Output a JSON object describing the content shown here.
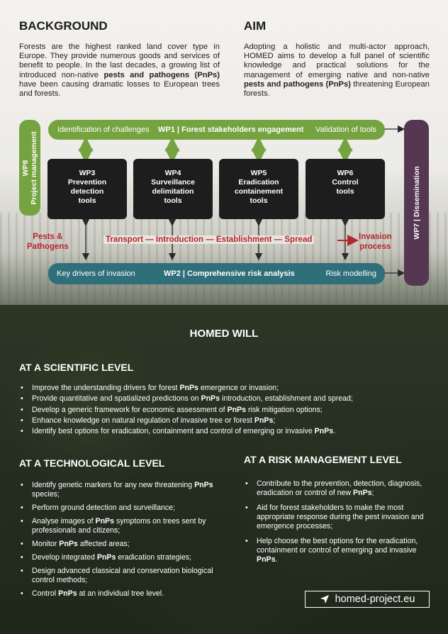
{
  "background": {
    "title": "BACKGROUND",
    "p1": "Forests are the highest ranked land cover type in Europe. They provide numerous goods and services of benefit to people. In the last decades, a growing list of introduced non-native ",
    "bold": "pests and pathogens (PnPs)",
    "p2": " have been causing dramatic losses to European trees and forests."
  },
  "aim": {
    "title": "AIM",
    "p1": "Adopting a holistic and multi-actor approach, HOMED aims to develop a full panel of scientific knowledge and practical solutions for the management of emerging native and non-native ",
    "bold": "pests and pathogens (PnPs)",
    "p2": " threatening European forests."
  },
  "diagram": {
    "wp1": {
      "left": "Identification of challenges",
      "center": "WP1 | Forest stakeholders engagement",
      "right": "Validation of tools"
    },
    "wp2": {
      "left": "Key drivers of invasion",
      "center": "WP2 | Comprehensive risk analysis",
      "right": "Risk modelling"
    },
    "wp8": {
      "line1": "WP8",
      "line2": "Project management"
    },
    "wp7": "WP7 | Dissemination",
    "boxes": [
      {
        "id": "WP3",
        "lines": [
          "Prevention",
          "detection",
          "tools"
        ]
      },
      {
        "id": "WP4",
        "lines": [
          "Surveillance",
          "delimitation",
          "tools"
        ]
      },
      {
        "id": "WP5",
        "lines": [
          "Eradication",
          "containement",
          "tools"
        ]
      },
      {
        "id": "WP6",
        "lines": [
          "Control",
          "tools"
        ]
      }
    ],
    "pests": [
      "Pests &",
      "Pathogens"
    ],
    "flow": "Transport — Introduction — Establishment — Spread",
    "invasion": [
      "Invasion",
      "process"
    ],
    "colors": {
      "green": "#74a33f",
      "teal": "#2f6f7a",
      "purple": "#553751",
      "red": "#b5262c"
    }
  },
  "homed": {
    "title": "HOMED WILL",
    "scientific": {
      "title": "AT A SCIENTIFIC LEVEL",
      "items": [
        "Improve the understanding drivers for forest PnPs emergence or invasion;",
        "Provide quantitative and spatialized predictions on PnPs introduction, establishment and spread;",
        "Develop a generic framework for economic assessment of PnPs risk mitigation options;",
        "Enhance knowledge on natural regulation of invasive tree or forest PnPs;",
        "Identify best options for eradication, containment and control of emerging or invasive PnPs."
      ]
    },
    "technological": {
      "title": "AT A TECHNOLOGICAL LEVEL",
      "items": [
        "Identify genetic markers for any new threatening PnPs species;",
        "Perform ground detection and surveillance;",
        "Analyse images of PnPs symptoms on trees sent by professionals and citizens;",
        "Monitor PnPs affected areas;",
        "Develop integrated PnPs eradication strategies;",
        "Design advanced classical and conservation biological control methods;",
        "Control PnPs at an individual tree level."
      ]
    },
    "risk": {
      "title": "AT A RISK MANAGEMENT LEVEL",
      "items": [
        "Contribute to the prevention, detection, diagnosis, eradication or control of new PnPs;",
        "Aid for forest stakeholders to make the most appropriate response during the pest invasion and emergence processes;",
        "Help choose the best options for the eradication, containment or control of emerging and invasive PnPs."
      ]
    },
    "url": "homed-project.eu",
    "url_icon": "send-icon"
  }
}
